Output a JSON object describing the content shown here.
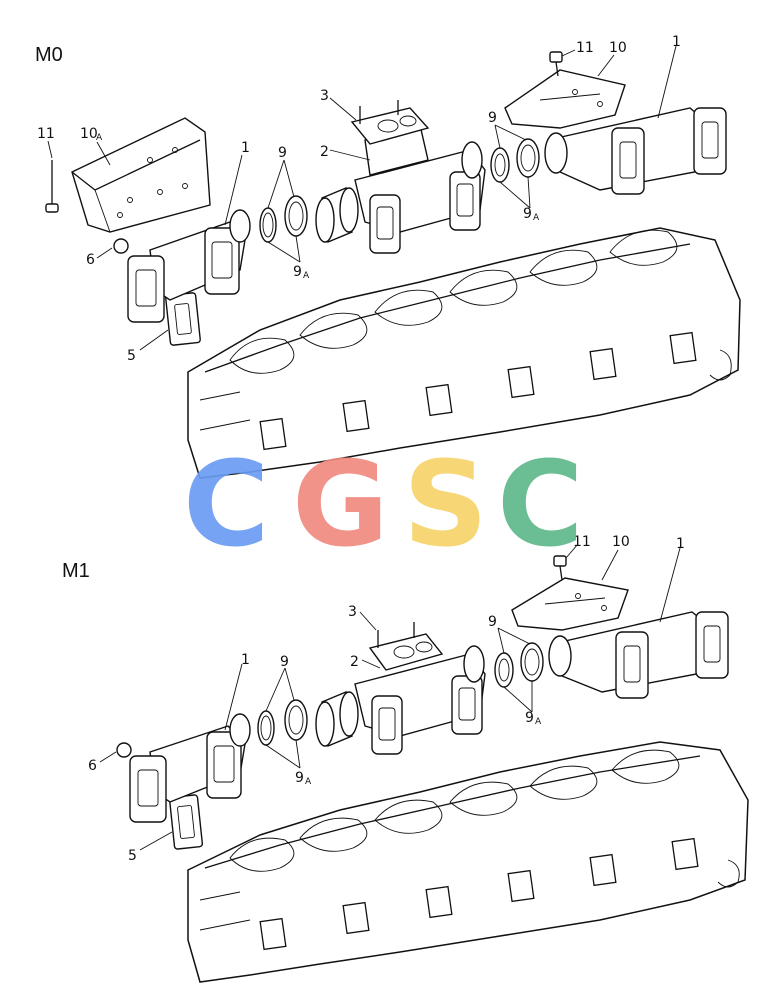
{
  "panels": [
    {
      "title": "M0",
      "callouts": {
        "c1a": "1",
        "c1b": "1",
        "c2": "2",
        "c3": "3",
        "c5": "5",
        "c6": "6",
        "c9a": "9",
        "c9aA": "9",
        "c9aA_sub": "A",
        "c9b": "9",
        "c9bA": "9",
        "c9bA_sub": "A",
        "c10": "10",
        "c10A": "10",
        "c10A_sub": "A",
        "c11a": "11",
        "c11b": "11"
      }
    },
    {
      "title": "M1",
      "callouts": {
        "c1a": "1",
        "c1b": "1",
        "c2": "2",
        "c3": "3",
        "c5": "5",
        "c6": "6",
        "c9a": "9",
        "c9aA": "9",
        "c9aA_sub": "A",
        "c9b": "9",
        "c9bA": "9",
        "c9bA_sub": "A",
        "c10": "10",
        "c11": "11"
      }
    }
  ],
  "watermark": {
    "letters": [
      "C",
      "G",
      "S",
      "C"
    ],
    "colors": [
      "#6b9cf2",
      "#f08a80",
      "#f7d36a",
      "#5fb88a"
    ]
  }
}
